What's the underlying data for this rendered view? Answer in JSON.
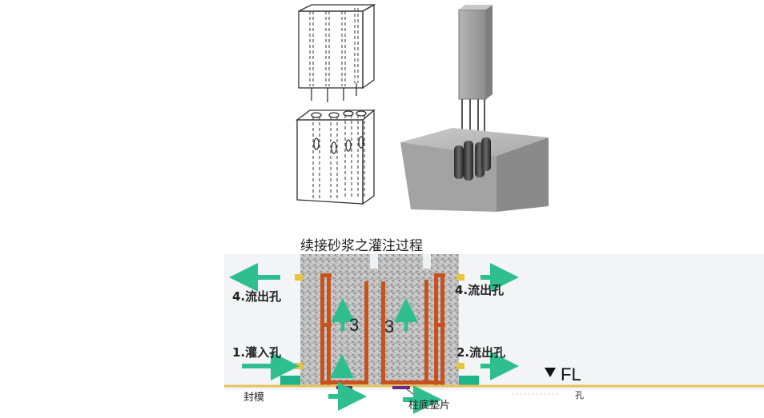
{
  "diagram": {
    "title": "续接砂浆之灌注过程",
    "labels": {
      "outflow_4_left": {
        "num": "4.",
        "text": "流出孔"
      },
      "outflow_4_right": {
        "num": "4.",
        "text": "流出孔"
      },
      "inflow_1": {
        "num": "1.",
        "text": "灌入孔"
      },
      "outflow_2": {
        "num": "2.",
        "text": "流出孔"
      },
      "stage_3_left": "3",
      "stage_3_right": "3",
      "formwork": "封模",
      "shim": "柱底墊片",
      "floor_level": "FL",
      "trailing_text": "孔"
    },
    "colors": {
      "sleeve": "#c8521e",
      "arrow": "#2fbf8f",
      "port": "#e8c63a",
      "seal": "#1fb58a",
      "shim": "#6a2a8a",
      "floor_line": "#e6c25a",
      "concrete": "#b9b9b9",
      "render_gray": "#9a9a9a"
    }
  }
}
